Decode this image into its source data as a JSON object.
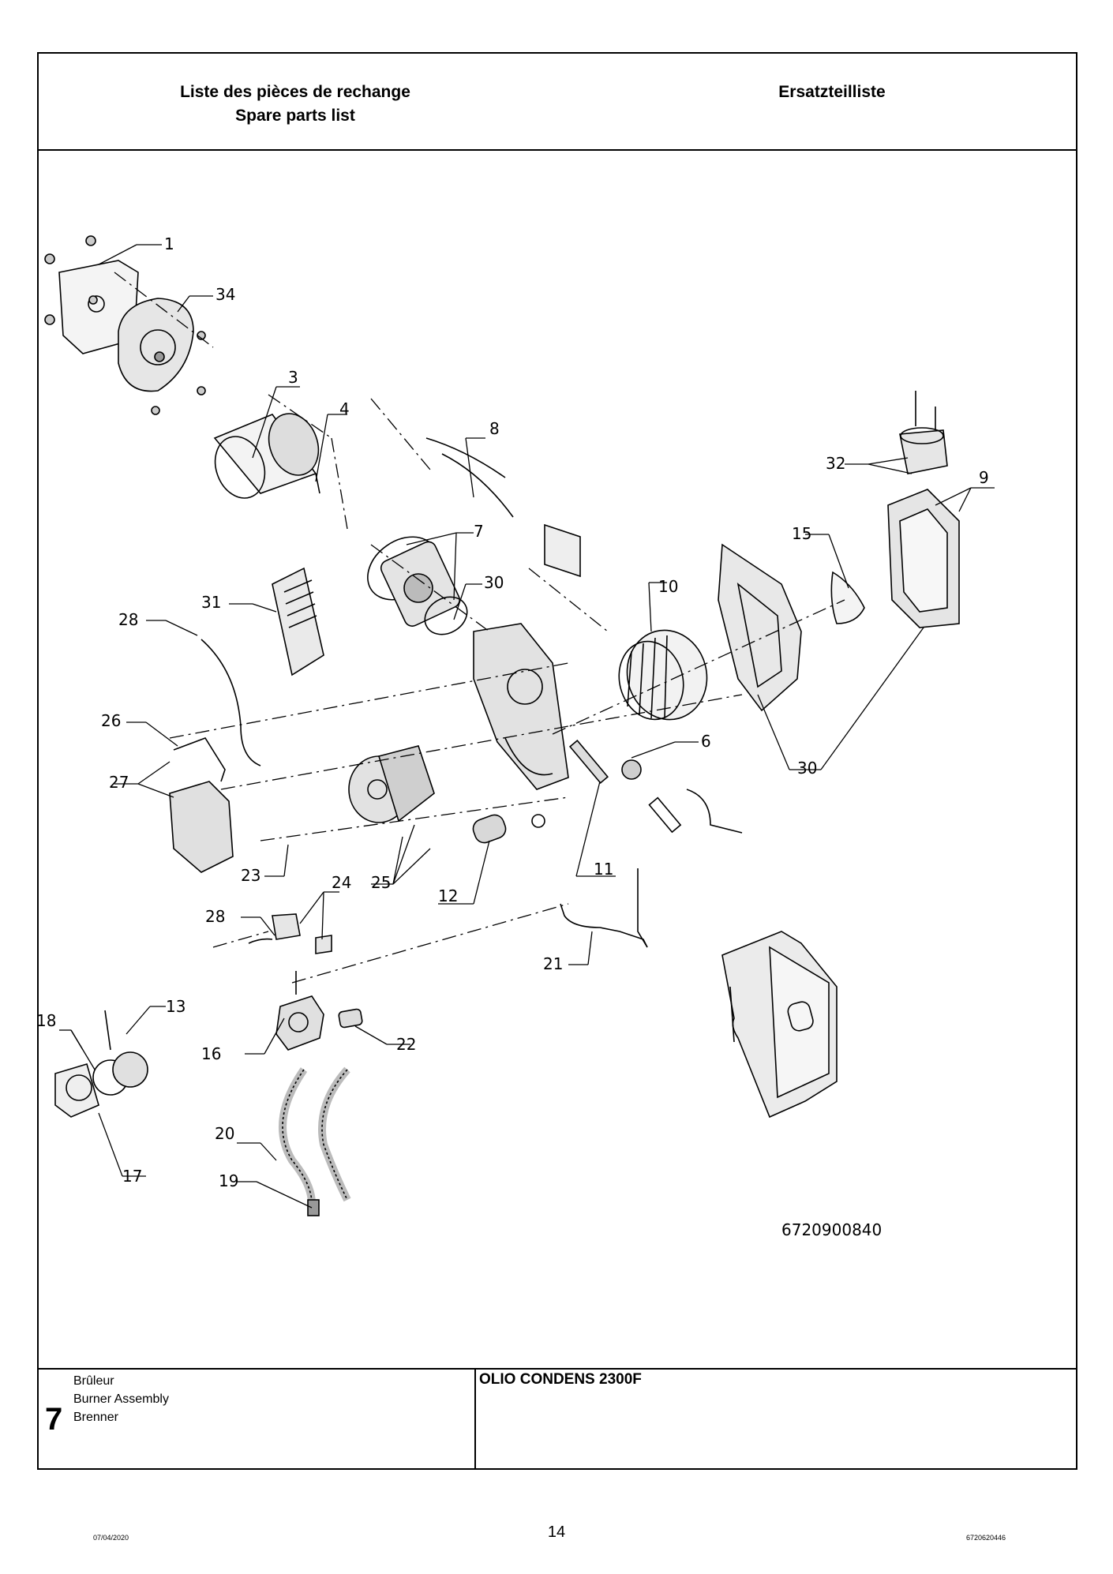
{
  "header": {
    "title_fr": "Liste des pièces de rechange",
    "title_en": "Spare parts list",
    "title_de": "Ersatzteilliste"
  },
  "diagram": {
    "drawing_number": "6720900840",
    "callouts": {
      "c1": "1",
      "c34": "34",
      "c3": "3",
      "c4": "4",
      "c8": "8",
      "c7": "7",
      "c30a": "30",
      "c31": "31",
      "c28a": "28",
      "c26": "26",
      "c27": "27",
      "c23": "23",
      "c25": "25",
      "c24": "24",
      "c12": "12",
      "c11": "11",
      "c6": "6",
      "c10": "10",
      "c15": "15",
      "c32": "32",
      "c9": "9",
      "c30b": "30",
      "c21": "21",
      "c28b": "28",
      "c13": "13",
      "c18": "18",
      "c16": "16",
      "c22": "22",
      "c17": "17",
      "c20": "20",
      "c19": "19"
    }
  },
  "footer": {
    "section_number": "7",
    "section_fr": "Brûleur",
    "section_en": "Burner Assembly",
    "section_de": "Brenner",
    "model": "OLIO CONDENS 2300F",
    "page_number": "14",
    "date": "07/04/2020",
    "doc_ref": "6720620446"
  }
}
